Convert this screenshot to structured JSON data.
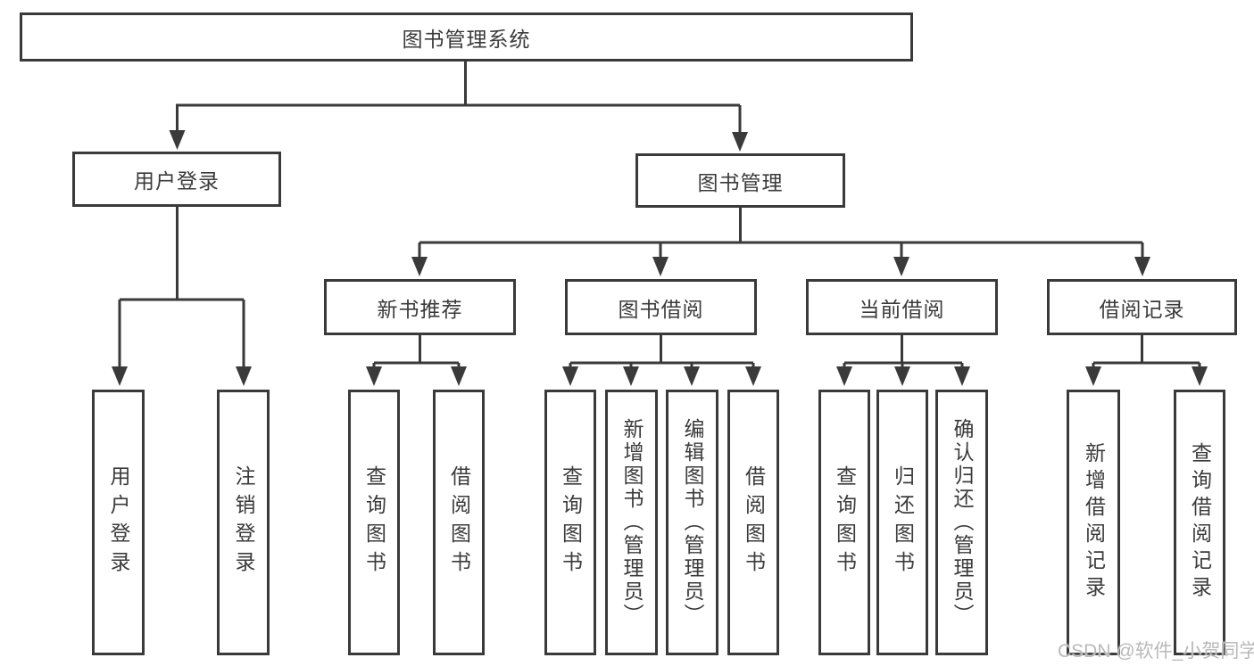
{
  "diagram_title": "图书管理系统",
  "tree": {
    "label": "图书管理系统",
    "children": [
      {
        "label": "用户登录",
        "children": [
          {
            "label": "用户登录"
          },
          {
            "label": "注销登录"
          }
        ]
      },
      {
        "label": "图书管理",
        "children": [
          {
            "label": "新书推荐",
            "children": [
              {
                "label": "查询图书"
              },
              {
                "label": "借阅图书"
              }
            ]
          },
          {
            "label": "图书借阅",
            "children": [
              {
                "label": "查询图书"
              },
              {
                "label": "新增图书（管理员）"
              },
              {
                "label": "编辑图书（管理员）"
              },
              {
                "label": "借阅图书"
              }
            ]
          },
          {
            "label": "当前借阅",
            "children": [
              {
                "label": "查询图书"
              },
              {
                "label": "归还图书"
              },
              {
                "label": "确认归还（管理员）"
              }
            ]
          },
          {
            "label": "借阅记录",
            "children": [
              {
                "label": "新增借阅记录"
              },
              {
                "label": "查询借阅记录"
              }
            ]
          }
        ]
      }
    ]
  },
  "watermark": "CSDN @软件_小贺同学",
  "colors": {
    "line": "#3a3a3a",
    "text": "#3b3b3b",
    "box_fill": "#ffffff",
    "background": "#ffffff",
    "watermark": "#b9b9b9"
  }
}
